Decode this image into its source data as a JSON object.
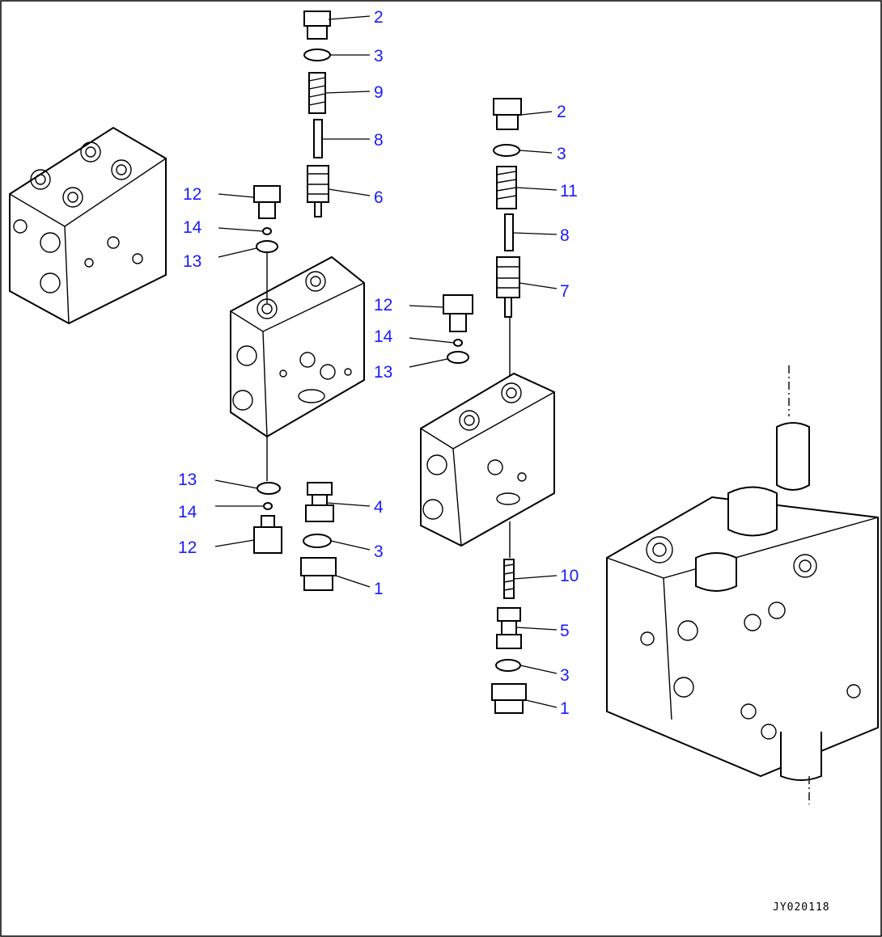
{
  "drawing_code": "JY020118",
  "callouts": [
    {
      "id": "c-2a",
      "label": "2"
    },
    {
      "id": "c-3a",
      "label": "3"
    },
    {
      "id": "c-9",
      "label": "9"
    },
    {
      "id": "c-8a",
      "label": "8"
    },
    {
      "id": "c-6",
      "label": "6"
    },
    {
      "id": "c-12a",
      "label": "12"
    },
    {
      "id": "c-14a",
      "label": "14"
    },
    {
      "id": "c-13a",
      "label": "13"
    },
    {
      "id": "c-2b",
      "label": "2"
    },
    {
      "id": "c-3b",
      "label": "3"
    },
    {
      "id": "c-11",
      "label": "11"
    },
    {
      "id": "c-8b",
      "label": "8"
    },
    {
      "id": "c-7",
      "label": "7"
    },
    {
      "id": "c-12b",
      "label": "12"
    },
    {
      "id": "c-14b",
      "label": "14"
    },
    {
      "id": "c-13b",
      "label": "13"
    },
    {
      "id": "c-13c",
      "label": "13"
    },
    {
      "id": "c-14c",
      "label": "14"
    },
    {
      "id": "c-12c",
      "label": "12"
    },
    {
      "id": "c-4",
      "label": "4"
    },
    {
      "id": "c-3c",
      "label": "3"
    },
    {
      "id": "c-1a",
      "label": "1"
    },
    {
      "id": "c-10",
      "label": "10"
    },
    {
      "id": "c-5",
      "label": "5"
    },
    {
      "id": "c-3d",
      "label": "3"
    },
    {
      "id": "c-1b",
      "label": "1"
    }
  ]
}
